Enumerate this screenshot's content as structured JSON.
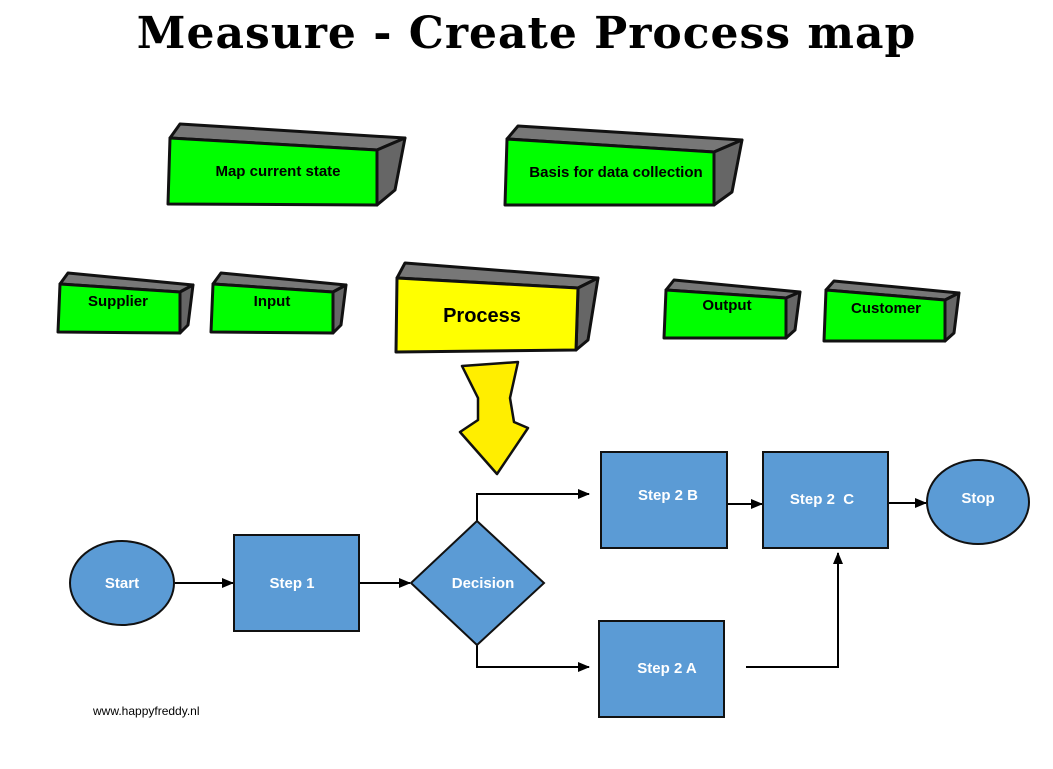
{
  "title": "Measure - Create Process map",
  "footer": {
    "credit": "www.happyfreddy.nl"
  },
  "colors": {
    "green": "#00ff00",
    "yellow": "#ffff00",
    "blue": "#5b9bd5",
    "dark_gray": "#555555",
    "arrow_yellow": "#ffee00"
  },
  "top_blocks": {
    "map_current_state": "Map current state",
    "basis_for_data_collection": "Basis for data collection"
  },
  "sipoc": {
    "supplier": "Supplier",
    "input": "Input",
    "process": "Process",
    "output": "Output",
    "customer": "Customer"
  },
  "flowchart": {
    "start": "Start",
    "step1": "Step 1",
    "decision": "Decision",
    "step2b": "Step 2 B",
    "step2a": "Step 2 A",
    "step2c": "Step 2  C",
    "stop": "Stop"
  }
}
